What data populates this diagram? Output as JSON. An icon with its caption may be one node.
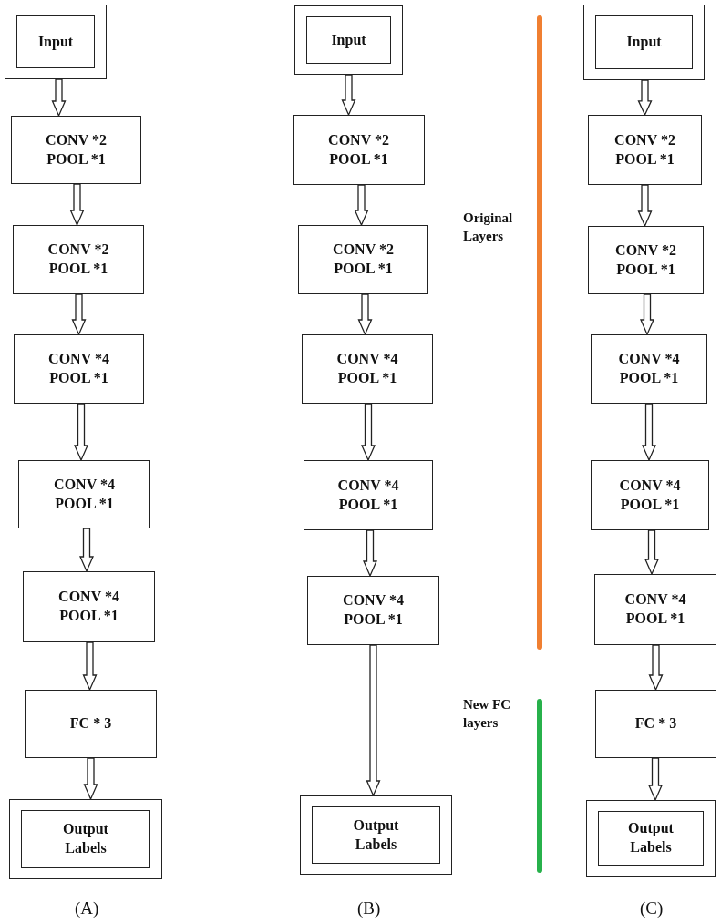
{
  "diagram": {
    "nodes": [
      {
        "text": [
          "Input"
        ]
      },
      {
        "text": [
          "CONV *2 POOL *1"
        ]
      },
      {
        "text": [
          "CONV *2 POOL *1"
        ]
      },
      {
        "text": [
          "CONV *4 POOL *1"
        ]
      },
      {
        "text": [
          "CONV *4 POOL *1"
        ]
      },
      {
        "text": [
          "CONV *4 POOL *1"
        ]
      },
      {
        "text": [
          "FC * 3"
        ]
      },
      {
        "text": [
          "Output Labels"
        ]
      },
      {
        "text": [
          "Input"
        ]
      },
      {
        "text": [
          "CONV *2 POOL *1"
        ]
      },
      {
        "text": [
          "CONV *2 POOL *1"
        ]
      },
      {
        "text": [
          "CONV *4 POOL *1"
        ]
      },
      {
        "text": [
          "CONV *4 POOL *1"
        ]
      },
      {
        "text": [
          "CONV *4 POOL *1"
        ]
      },
      {
        "text": [
          "Output Labels"
        ]
      },
      {
        "text": [
          "Input"
        ]
      },
      {
        "text": [
          "CONV *2 POOL *1"
        ]
      },
      {
        "text": [
          "CONV *2 POOL *1"
        ]
      },
      {
        "text": [
          "CONV *4 POOL *1"
        ]
      },
      {
        "text": [
          "CONV *4 POOL *1"
        ]
      },
      {
        "text": [
          "CONV *4 POOL *1"
        ]
      },
      {
        "text": [
          "FC * 3"
        ]
      },
      {
        "text": [
          "Output Labels"
        ]
      }
    ],
    "edges": [
      {
        "from": 0,
        "to": 1,
        "arrow": "to"
      },
      {
        "from": 1,
        "to": 2,
        "arrow": "to"
      },
      {
        "from": 2,
        "to": 3,
        "arrow": "to"
      },
      {
        "from": 3,
        "to": 4,
        "arrow": "to"
      },
      {
        "from": 4,
        "to": 5,
        "arrow": "to"
      },
      {
        "from": 5,
        "to": 6,
        "arrow": "to"
      },
      {
        "from": 6,
        "to": 7,
        "arrow": "to"
      },
      {
        "from": 8,
        "to": 9,
        "arrow": "to"
      },
      {
        "from": 9,
        "to": 10,
        "arrow": "to"
      },
      {
        "from": 10,
        "to": 11,
        "arrow": "to"
      },
      {
        "from": 11,
        "to": 12,
        "arrow": "to"
      },
      {
        "from": 12,
        "to": 13,
        "arrow": "to"
      },
      {
        "from": 13,
        "to": 14,
        "arrow": "to"
      },
      {
        "from": 15,
        "to": 16,
        "arrow": "to"
      },
      {
        "from": 16,
        "to": 17,
        "arrow": "to"
      },
      {
        "from": 17,
        "to": 18,
        "arrow": "to"
      },
      {
        "from": 18,
        "to": 19,
        "arrow": "to"
      },
      {
        "from": 19,
        "to": 20,
        "arrow": "to"
      },
      {
        "from": 20,
        "to": 21,
        "arrow": "to"
      },
      {
        "from": 21,
        "to": 22,
        "arrow": "to"
      }
    ],
    "labels": [
      "Original Layers",
      "New FC layers",
      "(A)",
      "(B)",
      "(C)"
    ]
  }
}
